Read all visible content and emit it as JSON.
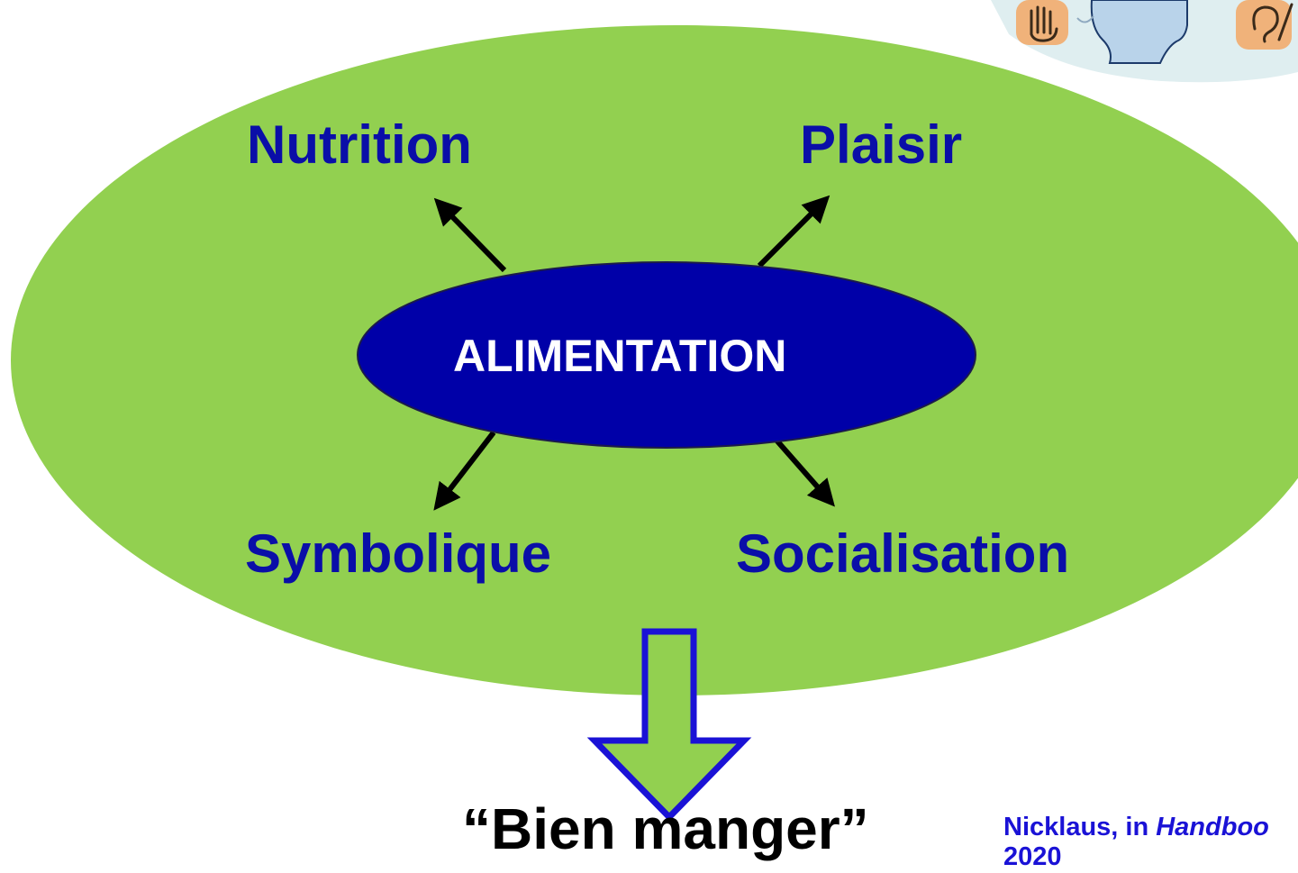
{
  "diagram": {
    "center_label": "ALIMENTATION",
    "dimensions": {
      "top_left": "Nutrition",
      "top_right": "Plaisir",
      "bottom_left": "Symbolique",
      "bottom_right": "Socialisation"
    },
    "result_label": "“Bien manger”",
    "citation": {
      "author": "Nicklaus, in ",
      "work": "Handboo",
      "year": "2020"
    }
  },
  "colors": {
    "outer_ellipse": "#92d050",
    "center_ellipse": "#0000a8",
    "label_blue": "#0a0ea8",
    "arrow_outline": "#1a12d6",
    "arrow_fill": "#92d050",
    "citation_blue": "#1a12d6",
    "icon_panel": "#dfeef0",
    "icon_skin": "#f0b27a",
    "icon_head": "#b9d3ea"
  },
  "icons": [
    "hand-icon",
    "head-profile-icon",
    "ear-icon"
  ]
}
